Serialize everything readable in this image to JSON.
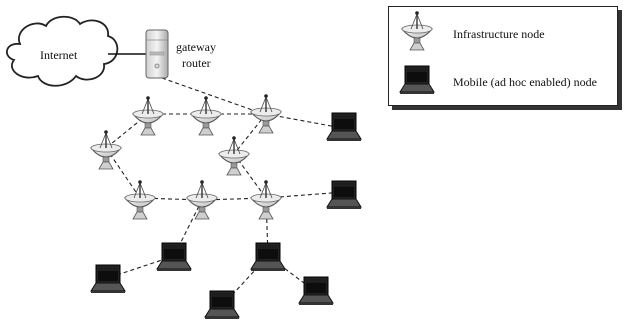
{
  "internet_label": "Internet",
  "gateway_label_line1": "gateway",
  "gateway_label_line2": "router",
  "legend": {
    "infrastructure": "Infrastructure node",
    "mobile": "Mobile (ad hoc enabled) node"
  }
}
